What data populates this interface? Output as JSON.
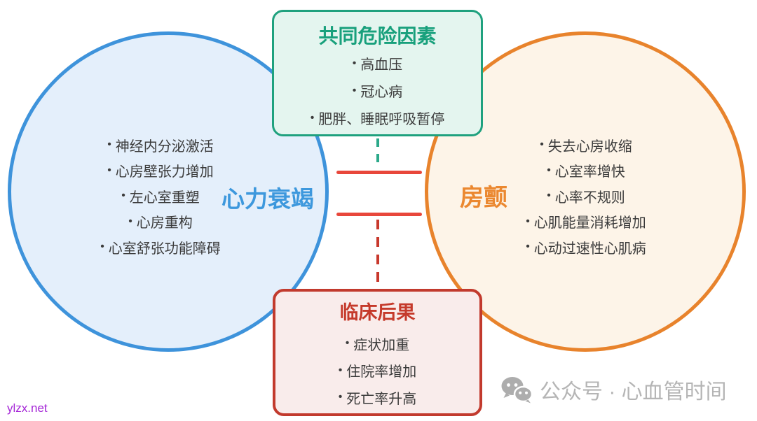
{
  "diagram": {
    "top_box": {
      "title": "共同危险因素",
      "items": [
        "高血压",
        "冠心病",
        "肥胖、睡眠呼吸暂停"
      ]
    },
    "left_circle": {
      "label": "心力衰竭",
      "items": [
        "神经内分泌激活",
        "心房壁张力增加",
        "左心室重塑",
        "心房重构",
        "心室舒张功能障碍"
      ]
    },
    "right_circle": {
      "label": "房颤",
      "items": [
        "失去心房收缩",
        "心室率增快",
        "心率不规则",
        "心肌能量消耗增加",
        "心动过速性心肌病"
      ]
    },
    "bottom_box": {
      "title": "临床后果",
      "items": [
        "症状加重",
        "住院率增加",
        "死亡率升高"
      ]
    }
  },
  "watermarks": {
    "site_link": "ylzx.net",
    "wechat_label": "公众号 · 心血管时间",
    "wechat_icon": "wechat-icon"
  },
  "colors": {
    "heart_failure_blue": "#3E93DB",
    "heart_failure_fill": "#E4EFFB",
    "af_orange": "#E8832C",
    "af_fill": "#FDF4E8",
    "risk_green": "#1FA17E",
    "risk_fill": "#E4F5EF",
    "outcome_red": "#C23A2D",
    "outcome_fill": "#F9ECEB",
    "equals_red": "#E8473B",
    "item_text": "#3B3B3B",
    "watermark_gray": "#B5B5B5",
    "site_purple": "#A425D6"
  }
}
